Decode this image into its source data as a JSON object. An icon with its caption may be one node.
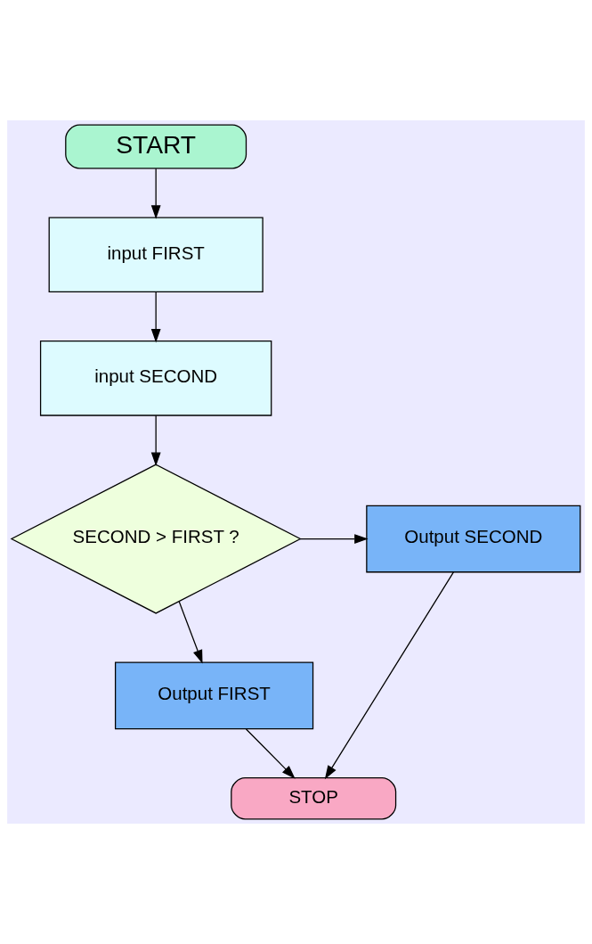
{
  "diagram": {
    "nodes": [
      {
        "text": [
          "START"
        ]
      },
      {
        "text": [
          "input FIRST"
        ]
      },
      {
        "text": [
          "input SECOND"
        ]
      },
      {
        "text": [
          "SECOND > FIRST ?"
        ]
      },
      {
        "text": [
          "Output SECOND"
        ]
      },
      {
        "text": [
          "Output FIRST"
        ]
      },
      {
        "text": [
          "STOP"
        ]
      }
    ],
    "edges": [
      {
        "from": 0,
        "to": 1,
        "arrow": "to"
      },
      {
        "from": 1,
        "to": 2,
        "arrow": "to"
      },
      {
        "from": 2,
        "to": 3,
        "arrow": "to"
      },
      {
        "from": 3,
        "to": 4,
        "arrow": "to"
      },
      {
        "from": 3,
        "to": 5,
        "arrow": "to"
      },
      {
        "from": 5,
        "to": 6,
        "arrow": "to"
      },
      {
        "from": 4,
        "to": 6,
        "arrow": "to"
      }
    ]
  }
}
